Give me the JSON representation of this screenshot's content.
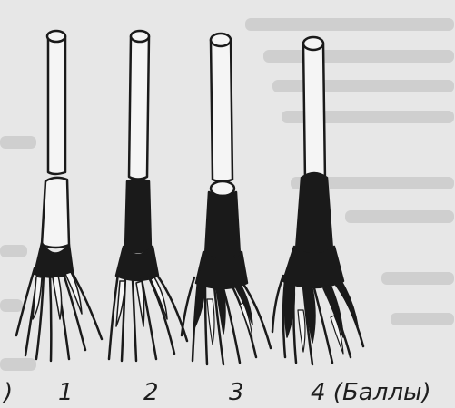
{
  "figure": {
    "labels": {
      "paren": ")",
      "score_1": "1",
      "score_2": "2",
      "score_3": "3",
      "score_4": "4 (Баллы)"
    },
    "specimens": [
      {
        "score": 1,
        "dark_fraction": 0.2
      },
      {
        "score": 2,
        "dark_fraction": 0.5
      },
      {
        "score": 3,
        "dark_fraction": 0.8
      },
      {
        "score": 4,
        "dark_fraction": 1.0
      }
    ],
    "colors": {
      "ink": "#1a1a1a",
      "paper": "#f5f5f5",
      "background": "#e7e7e7"
    }
  }
}
